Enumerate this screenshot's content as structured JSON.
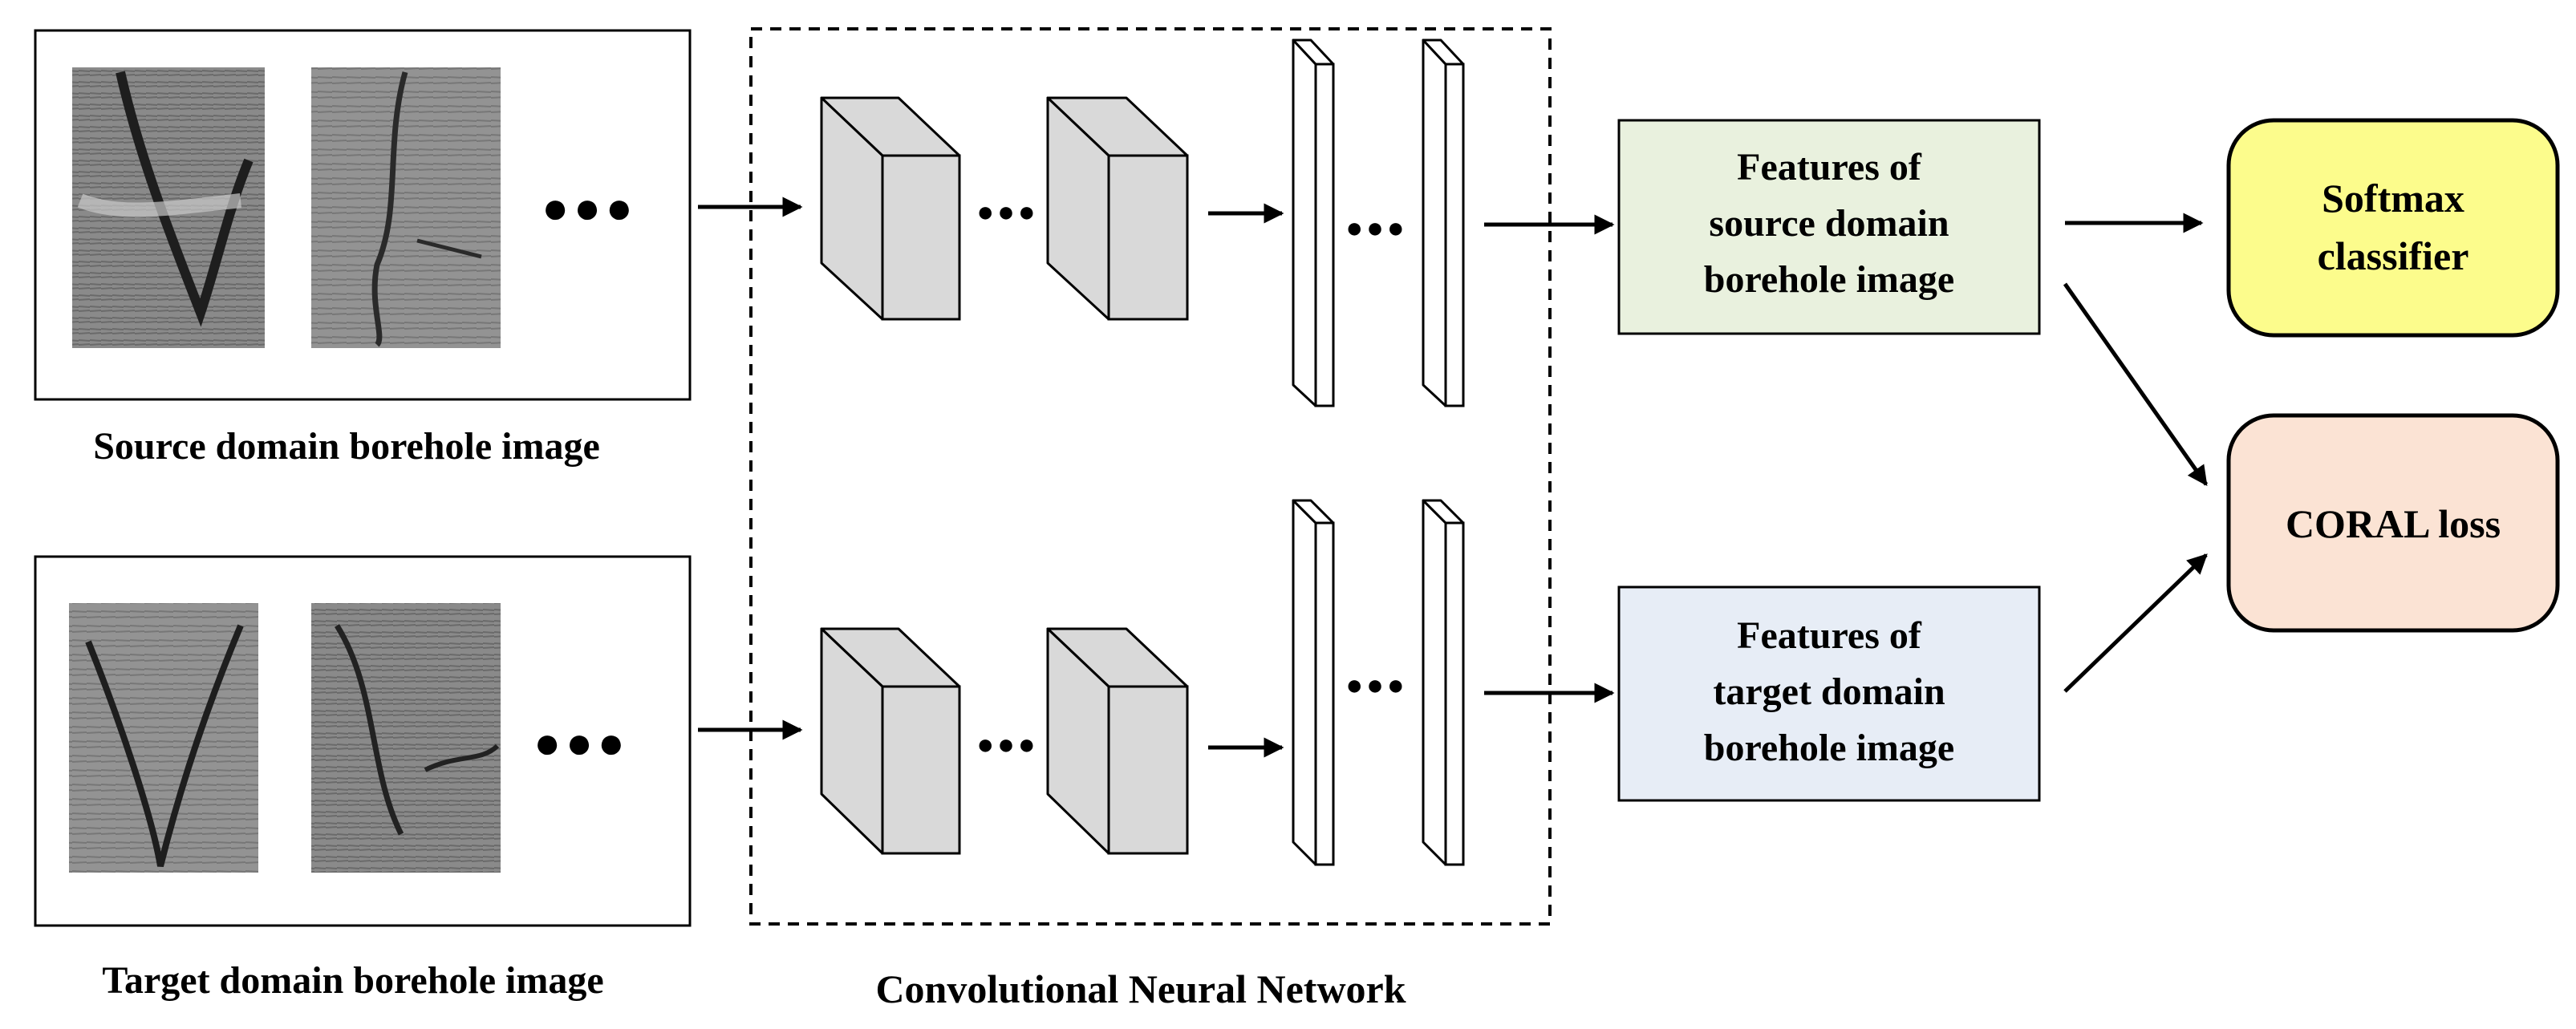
{
  "source_panel": {
    "label": "Source domain borehole image",
    "ellipsis": "●●●"
  },
  "target_panel": {
    "label": "Target domain borehole image",
    "ellipsis": "●●●"
  },
  "cnn": {
    "label": "Convolutional Neural Network",
    "dots": "●●●"
  },
  "source_features": {
    "lines": [
      "Features of",
      "source domain",
      "borehole image"
    ],
    "fill": "#e9f1de"
  },
  "target_features": {
    "lines": [
      "Features of",
      "target domain",
      "borehole image"
    ],
    "fill": "#e7edf6"
  },
  "softmax": {
    "lines": [
      "Softmax",
      "classifier"
    ],
    "fill": "#fcfc8c"
  },
  "coral": {
    "lines": [
      "CORAL loss"
    ],
    "fill": "#fbe3d4"
  }
}
